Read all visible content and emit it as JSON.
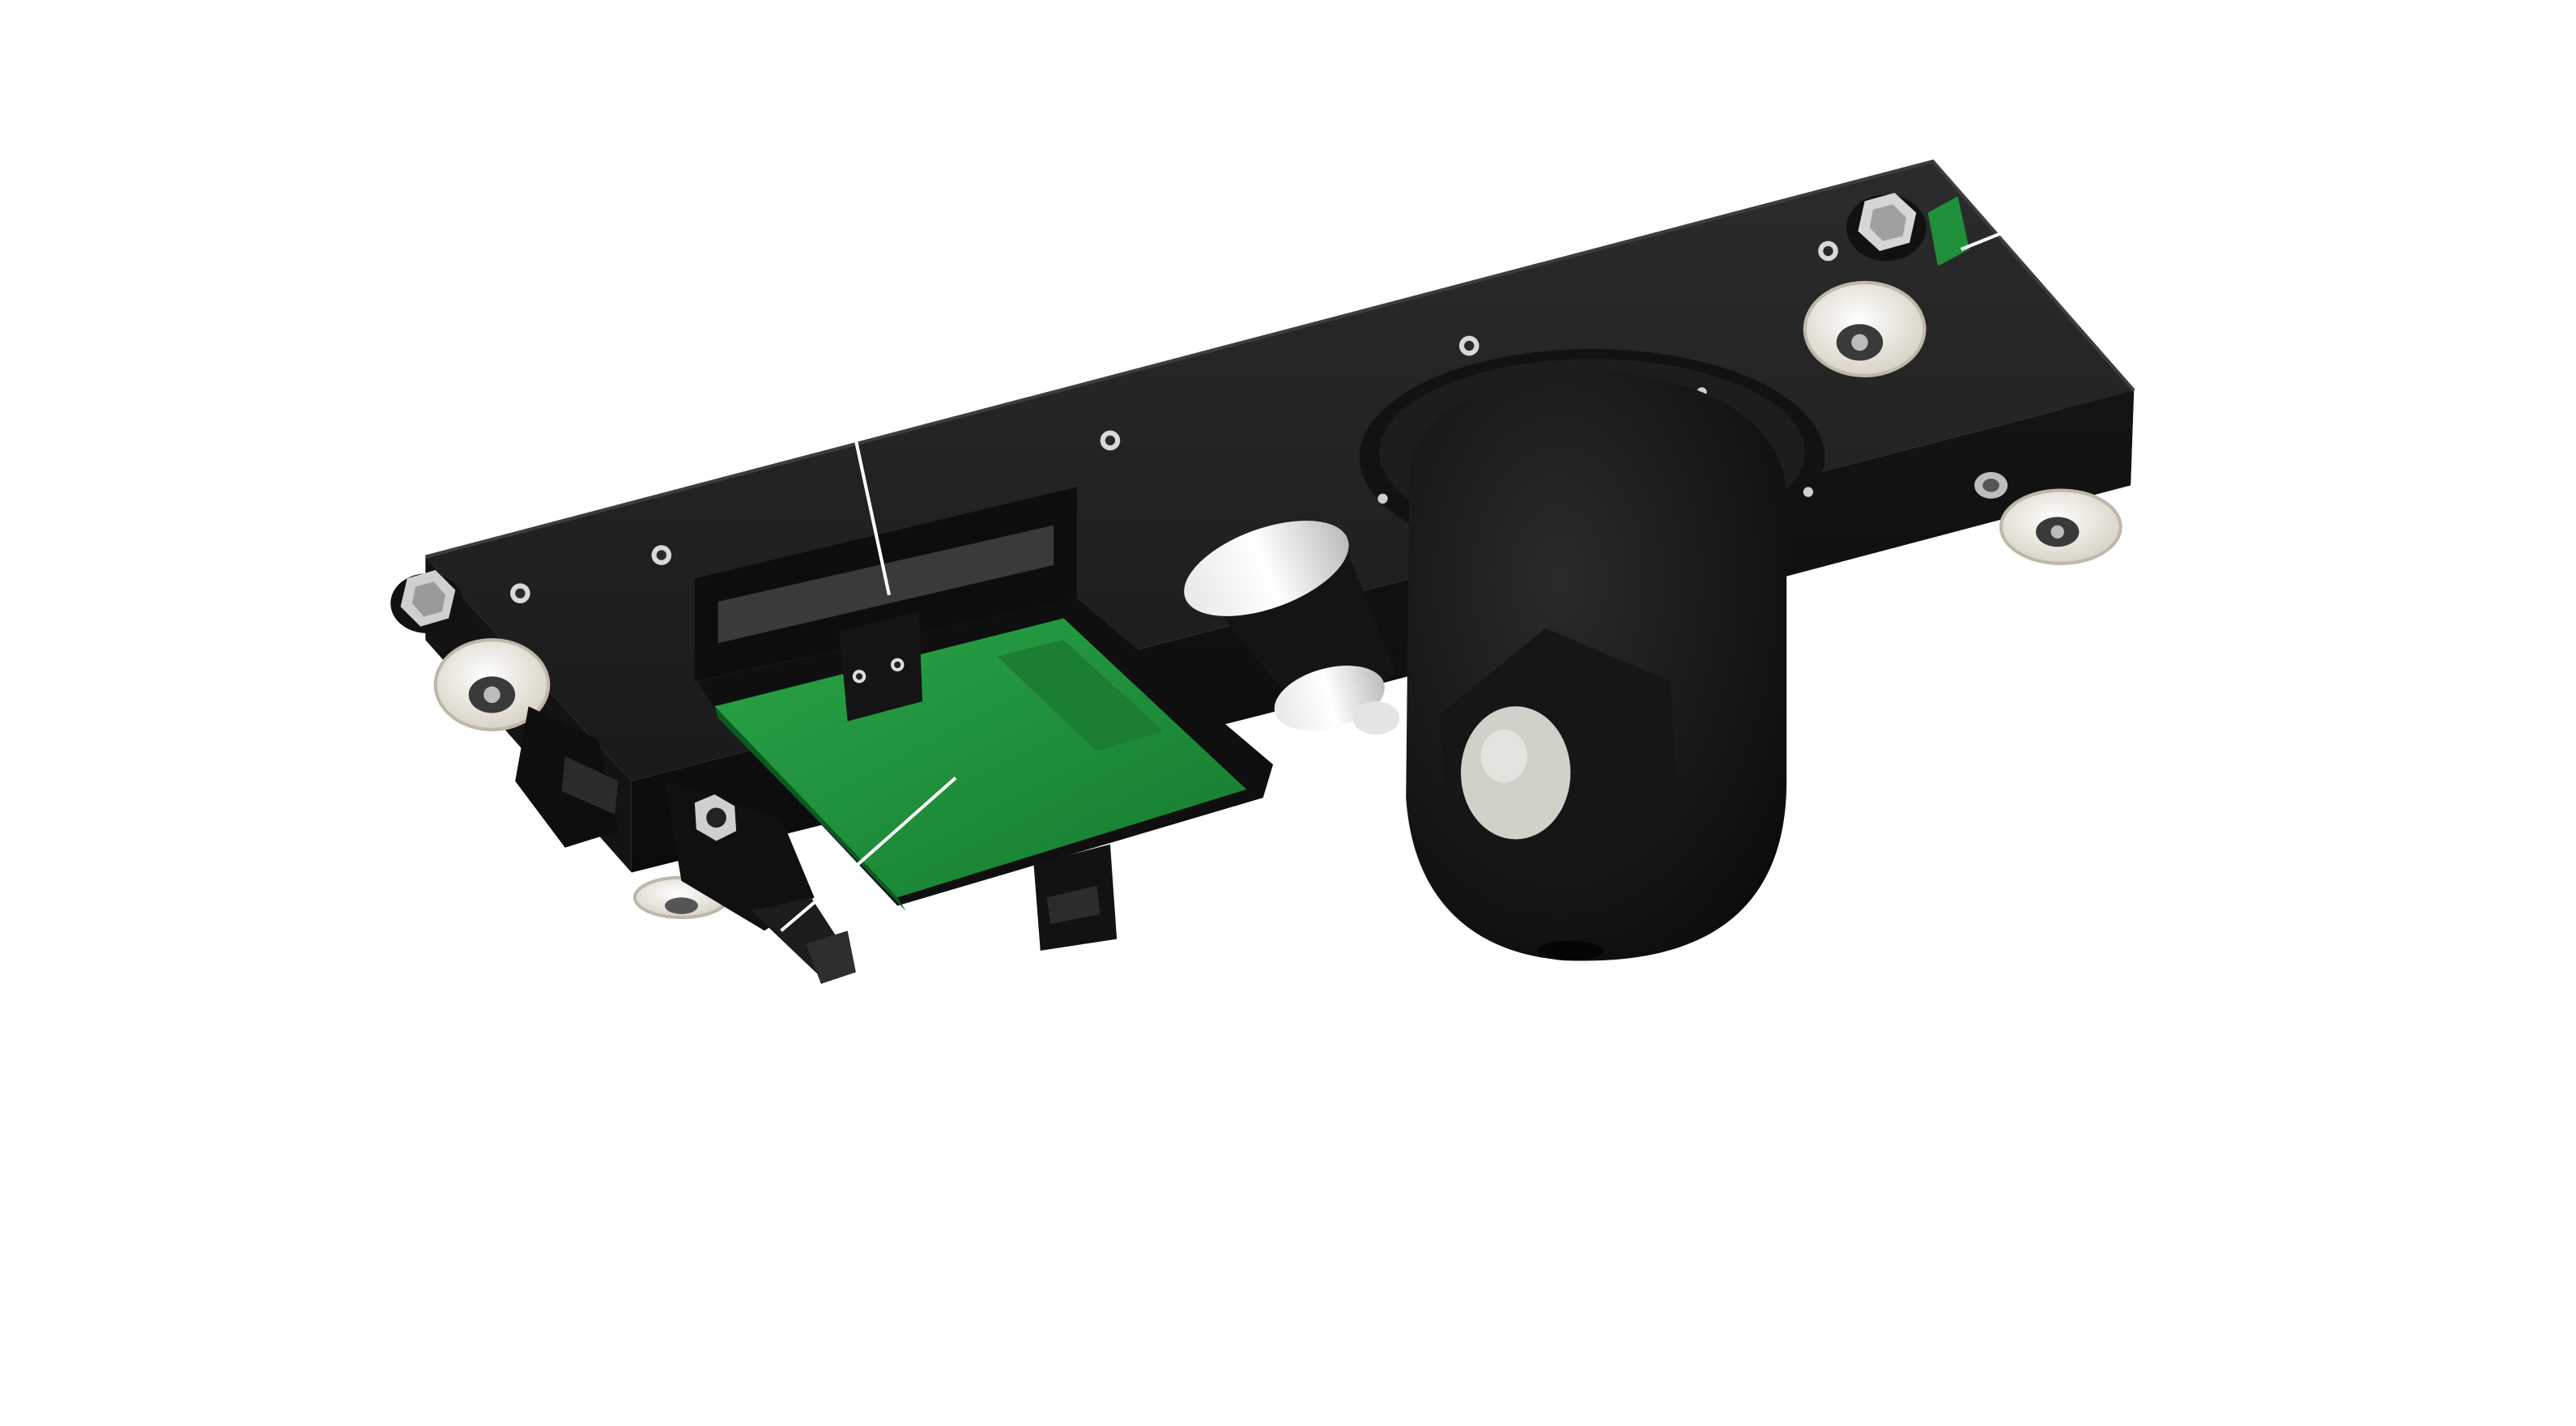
{
  "figure": {
    "subject": "rail-mounted-pan-tilt-camera-carriage",
    "colors": {
      "background": "#ffffff",
      "housing": "#1b1b1b",
      "housing_light": "#2c2c2c",
      "pcb": "#1f8f3a",
      "wheel": "#f1ede2",
      "lens": "#cfcfc9",
      "leader_line": "#ffffff"
    },
    "callouts": [
      {
        "id": "display-strip",
        "text": ""
      },
      {
        "id": "circuit-board",
        "text": ""
      },
      {
        "id": "cable-connector",
        "text": ""
      },
      {
        "id": "rear-sensor",
        "text": ""
      }
    ]
  }
}
